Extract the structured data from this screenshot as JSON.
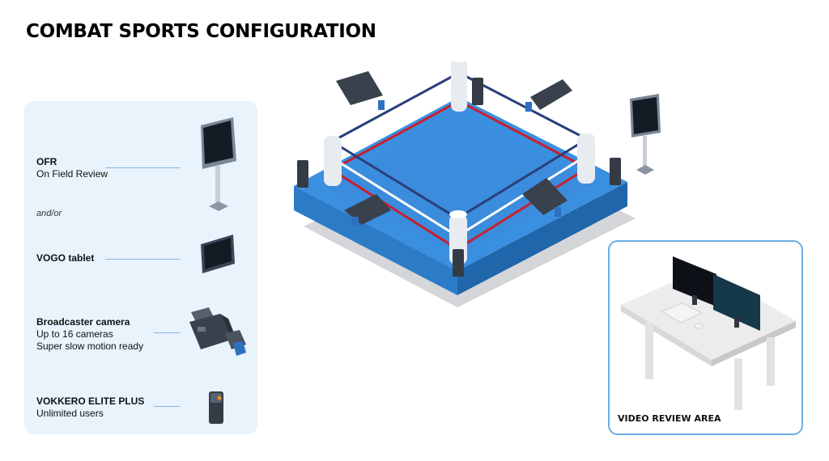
{
  "title": "COMBAT SPORTS CONFIGURATION",
  "legend": {
    "ofr": {
      "name": "OFR",
      "desc": "On Field Review"
    },
    "andor": "and/or",
    "tablet": {
      "name": "VOGO tablet"
    },
    "camera": {
      "name": "Broadcaster camera",
      "desc1": "Up to 16 cameras",
      "desc2": "Super slow motion ready"
    },
    "vokkero": {
      "name": "VOKKERO ELITE PLUS",
      "desc": "Unlimited users"
    }
  },
  "review_area": {
    "label": "VIDEO REVIEW AREA"
  },
  "colors": {
    "panel_bg": "#e8f3fc",
    "ring_blue": "#3a8fe0",
    "rope_red": "#c8202e",
    "rope_navy": "#2a3f7a",
    "accent_line": "#7fb5e2"
  },
  "icons": [
    "monitor-on-stand-icon",
    "tablet-icon",
    "broadcast-camera-icon",
    "radio-device-icon",
    "desk-with-monitors-icon"
  ]
}
